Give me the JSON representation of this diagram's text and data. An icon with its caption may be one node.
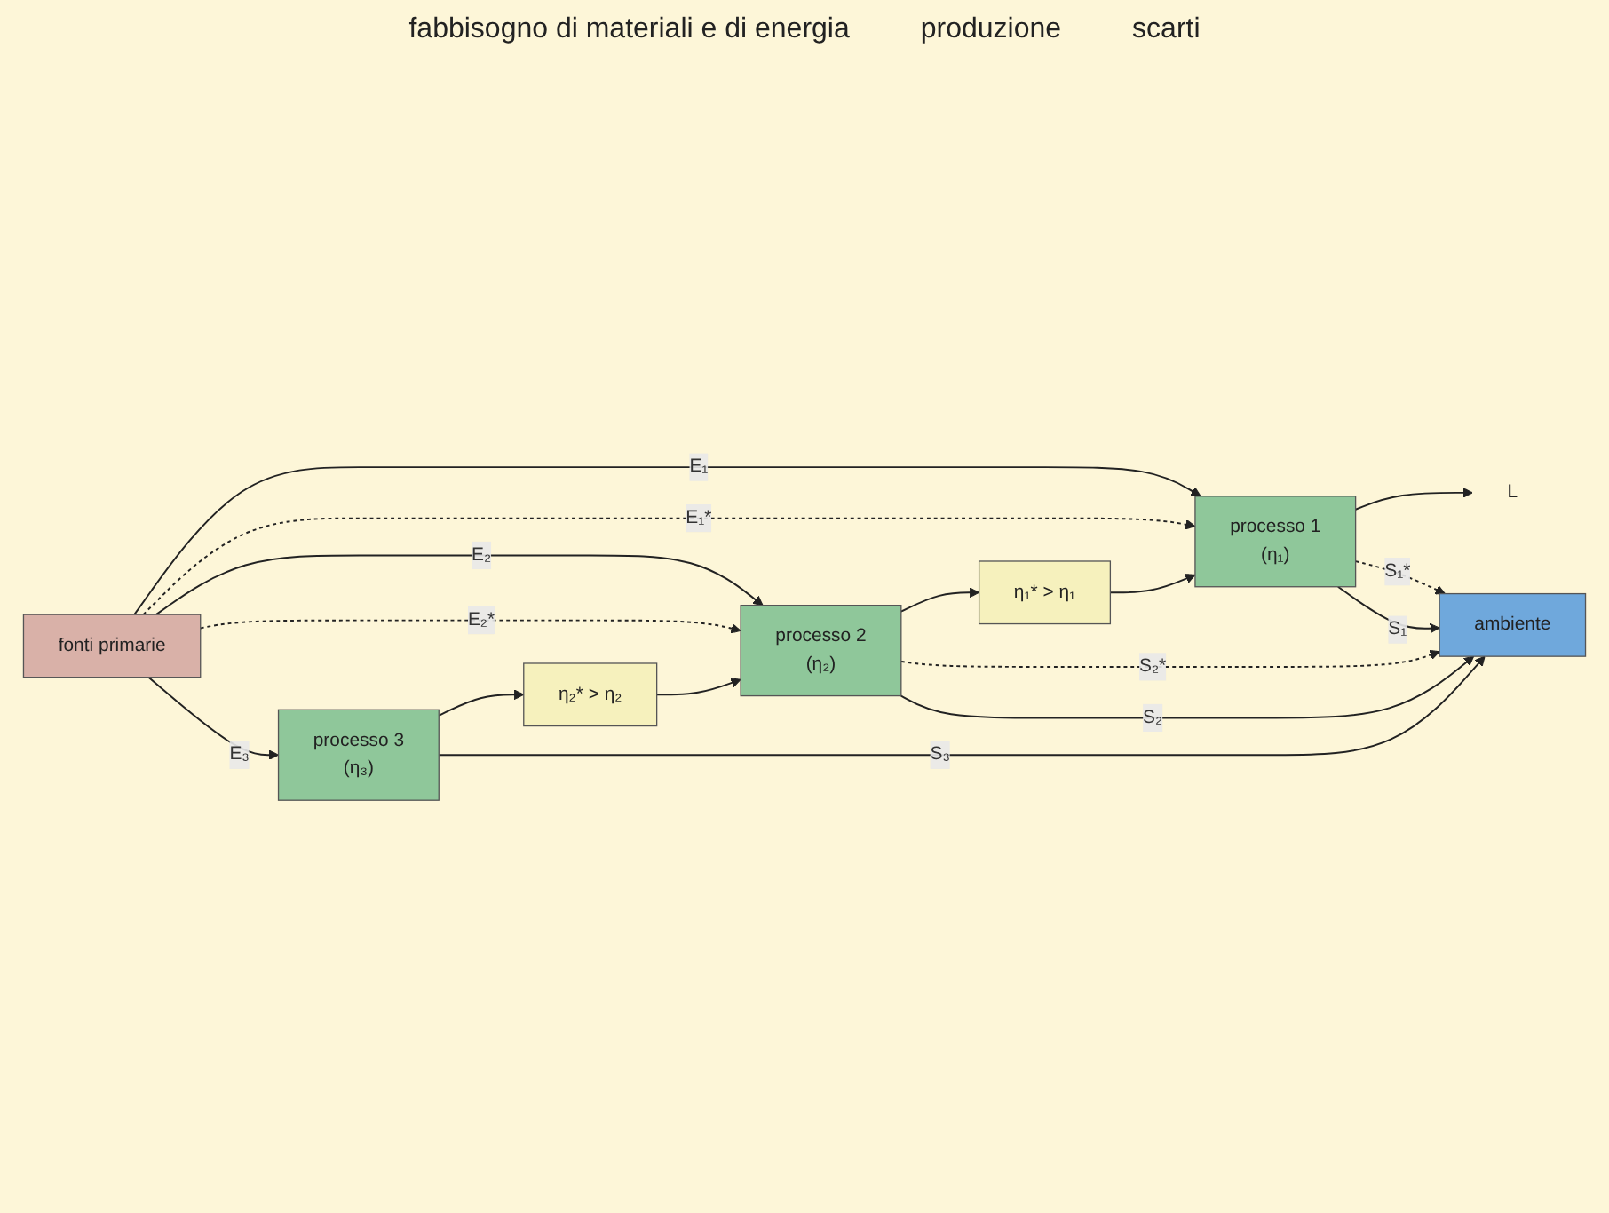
{
  "diagram": {
    "nodes": [
      {
        "text": [
          "fonti primarie"
        ]
      },
      {
        "text": [
          "processo 1",
          "(η₁)"
        ]
      },
      {
        "text": [
          "processo 2",
          "(η₂)"
        ]
      },
      {
        "text": [
          "processo 3",
          "(η₃)"
        ]
      },
      {
        "text": [
          "η₁* > η₁"
        ]
      },
      {
        "text": [
          "η₂* > η₂"
        ]
      },
      {
        "text": [
          "ambiente"
        ]
      },
      {
        "text": [
          "L"
        ]
      }
    ],
    "edges": [
      {
        "from": 0,
        "to": 1,
        "arrow": "to",
        "label": "E₁"
      },
      {
        "from": 0,
        "to": 1,
        "arrow": "to",
        "label": "E₁*",
        "style": "dashed"
      },
      {
        "from": 0,
        "to": 2,
        "arrow": "to",
        "label": "E₂"
      },
      {
        "from": 0,
        "to": 2,
        "arrow": "to",
        "label": "E₂*",
        "style": "dashed"
      },
      {
        "from": 0,
        "to": 3,
        "arrow": "to",
        "label": "E₃"
      },
      {
        "from": 3,
        "to": 5,
        "arrow": "to"
      },
      {
        "from": 5,
        "to": 2,
        "arrow": "to"
      },
      {
        "from": 2,
        "to": 4,
        "arrow": "to"
      },
      {
        "from": 4,
        "to": 1,
        "arrow": "to"
      },
      {
        "from": 1,
        "to": 7,
        "arrow": "to"
      },
      {
        "from": 1,
        "to": 6,
        "arrow": "to",
        "label": "S₁*",
        "style": "dashed"
      },
      {
        "from": 1,
        "to": 6,
        "arrow": "to",
        "label": "S₁"
      },
      {
        "from": 2,
        "to": 6,
        "arrow": "to",
        "label": "S₂*",
        "style": "dashed"
      },
      {
        "from": 2,
        "to": 6,
        "arrow": "to",
        "label": "S₂"
      },
      {
        "from": 3,
        "to": 6,
        "arrow": "to",
        "label": "S₃"
      }
    ],
    "labels": [
      "fabbisogno di materiali e di energia",
      "produzione",
      "scarti"
    ]
  }
}
